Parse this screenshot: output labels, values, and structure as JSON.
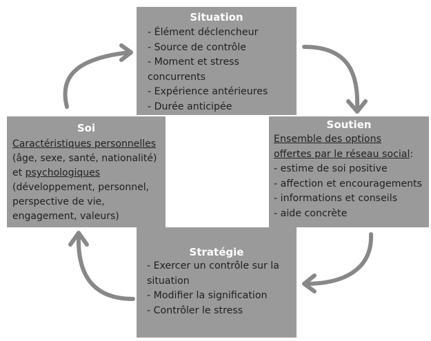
{
  "situation": {
    "title": "Situation",
    "items": [
      "- Élément déclencheur",
      "- Source de contrôle",
      "- Moment et stress",
      "concurrents",
      "- Expérience  antérieures",
      "- Durée anticipée"
    ]
  },
  "soi": {
    "title": "Soi",
    "line1": "Caractéristiques personnelles",
    "line2": "(âge, sexe, santé, nationalité)",
    "line3_prefix": "et ",
    "line3_underlined": "psychologiques",
    "line4": "(développement, personnel,",
    "line5": "perspective de vie,",
    "line6": "engagement, valeurs)"
  },
  "soutien": {
    "title": "Soutien",
    "intro_line1": "Ensemble des options",
    "intro_line2_underlined": "offertes par le réseau social",
    "intro_line2_suffix": ":",
    "items": [
      "- estime de soi positive",
      "- affection et encouragements",
      "- informations et conseils",
      "- aide concrète"
    ]
  },
  "strategie": {
    "title": "Stratégie",
    "items": [
      "- Exercer un contrôle sur la",
      "situation",
      "- Modifier la signification",
      "- Contrôler le stress"
    ]
  },
  "colors": {
    "box_fill": "#9a9a9a",
    "title_text": "#ffffff",
    "body_text": "#1f1f1f",
    "arrow": "#888888"
  }
}
